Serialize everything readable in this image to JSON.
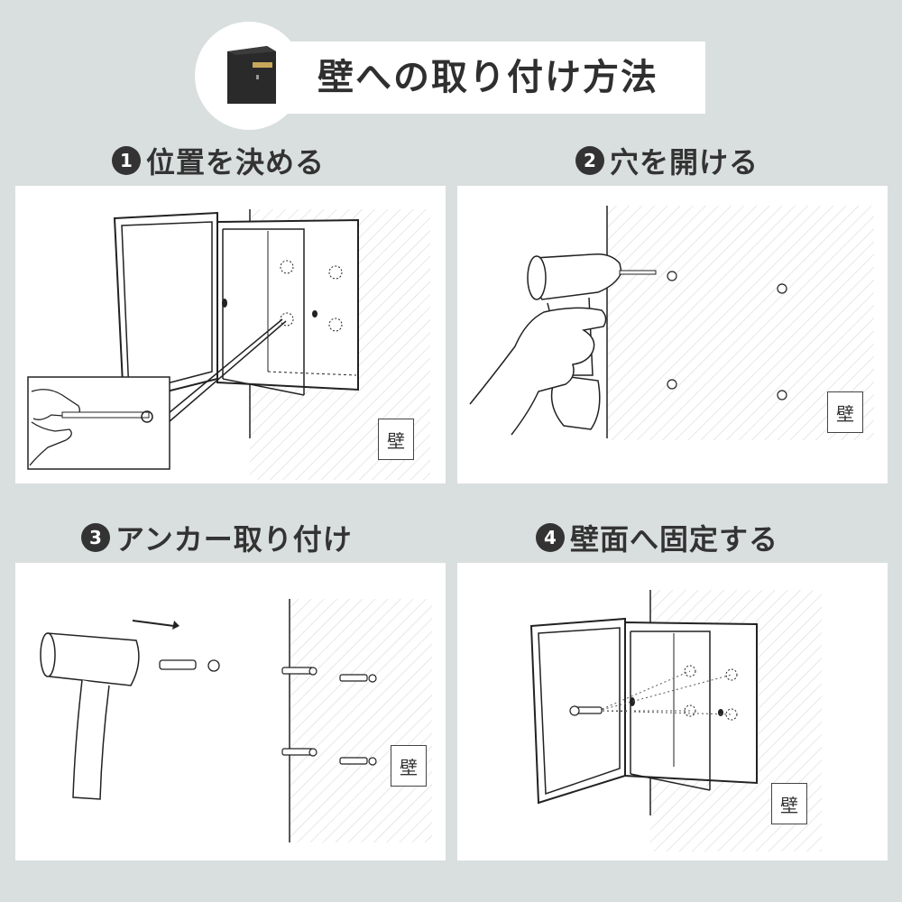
{
  "header": {
    "title": "壁への取り付け方法",
    "icon": "mailbox-icon"
  },
  "steps": [
    {
      "number": "1",
      "title": "位置を決める",
      "wall_label": "壁"
    },
    {
      "number": "2",
      "title": "穴を開ける",
      "wall_label": "壁"
    },
    {
      "number": "3",
      "title": "アンカー取り付け",
      "wall_label": "壁"
    },
    {
      "number": "4",
      "title": "壁面へ固定する",
      "wall_label": "壁"
    }
  ],
  "colors": {
    "background": "#d9dfde",
    "panel": "#ffffff",
    "ink": "#2b2b2b",
    "mailbox": "#2a2a2a",
    "mailbox_slot": "#c9a85b"
  }
}
